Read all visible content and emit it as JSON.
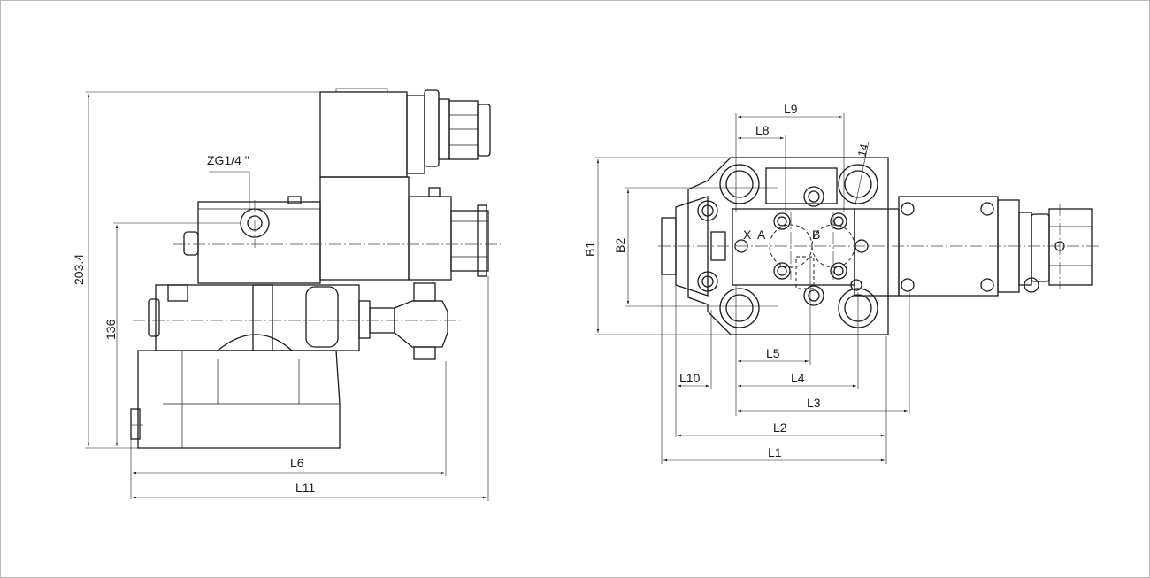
{
  "labels": {
    "port_thread": "ZG1/4 \"",
    "overall_height": "203.4",
    "center_height": "136",
    "l6": "L6",
    "l11": "L11",
    "l9": "L9",
    "l8": "L8",
    "angle": "14",
    "b1": "B1",
    "b2": "B2",
    "l5": "L5",
    "l10": "L10",
    "l4": "L4",
    "l3": "L3",
    "l2": "L2",
    "l1": "L1",
    "port_x": "X",
    "port_a": "A",
    "port_b": "B"
  }
}
